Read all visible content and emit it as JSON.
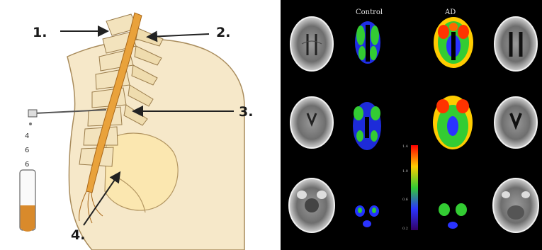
{
  "lumbar_diagram": {
    "labels": [
      "1.",
      "2.",
      "3.",
      "4."
    ],
    "tube_marks": [
      "4",
      "6",
      "6"
    ]
  },
  "brain_scans": {
    "headers": [
      "Control",
      "AD"
    ],
    "colorbar_ticks": [
      "1.4",
      "1.0",
      "0.6",
      "0.2"
    ]
  }
}
